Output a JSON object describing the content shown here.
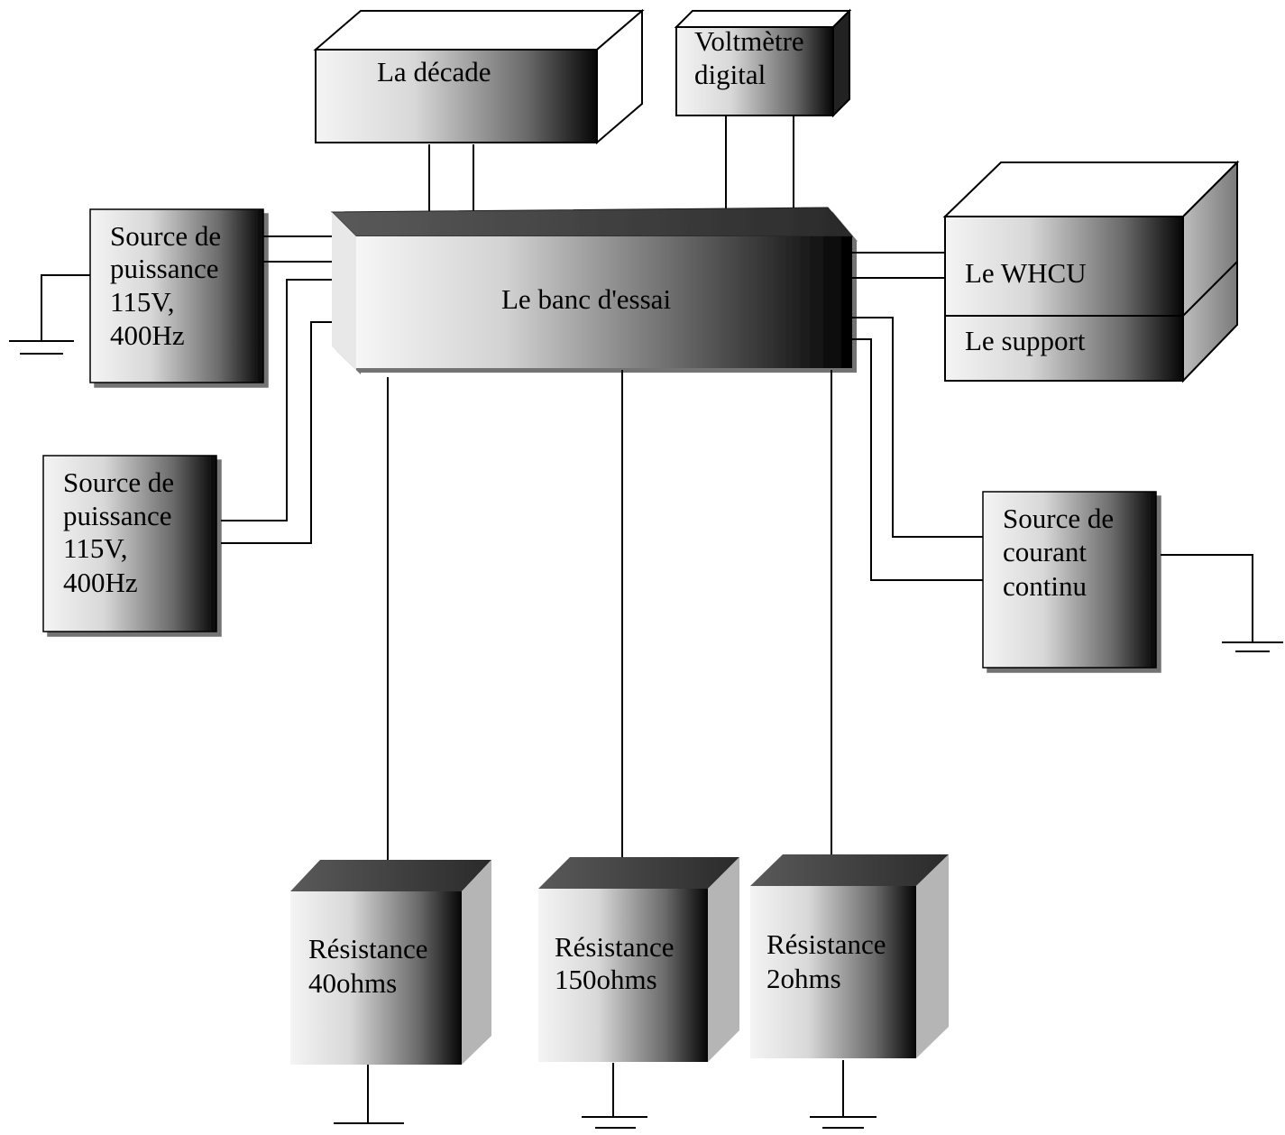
{
  "colors": {
    "background": "#ffffff",
    "line": "#000000",
    "box_light": "#f2f2f2",
    "box_dark": "#050505",
    "top_face": "#3a3a3a"
  },
  "blocks": {
    "decade": {
      "lines": [
        "La décade"
      ]
    },
    "voltmetre": {
      "lines": [
        "Voltmètre",
        "digital"
      ]
    },
    "banc": {
      "lines": [
        "Le banc d'essai"
      ]
    },
    "source_puissance_1": {
      "lines": [
        "Source de",
        "puissance",
        "115V,",
        "400Hz"
      ]
    },
    "source_puissance_2": {
      "lines": [
        "Source de",
        "puissance",
        "115V,",
        "400Hz"
      ]
    },
    "whcu": {
      "lines": [
        "Le WHCU"
      ]
    },
    "support": {
      "lines": [
        "Le support"
      ]
    },
    "source_courant": {
      "lines": [
        "Source de",
        "courant",
        "continu"
      ]
    },
    "resistance_40": {
      "lines": [
        "Résistance",
        "40ohms"
      ]
    },
    "resistance_150": {
      "lines": [
        "Résistance",
        "150ohms"
      ]
    },
    "resistance_2": {
      "lines": [
        "Résistance",
        "2ohms"
      ]
    }
  }
}
